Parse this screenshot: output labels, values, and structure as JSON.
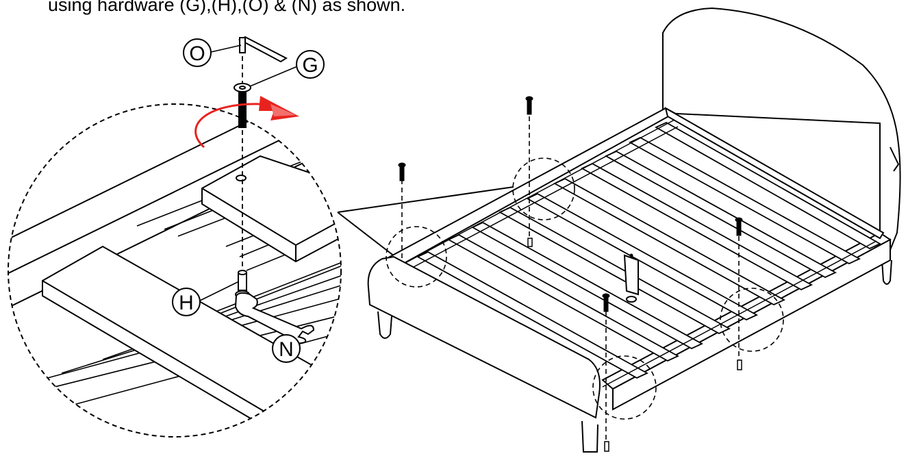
{
  "instruction": {
    "text": "using hardware (G),(H),(O) & (N) as shown."
  },
  "callouts": [
    {
      "id": "O",
      "label": "O"
    },
    {
      "id": "G",
      "label": "G"
    },
    {
      "id": "H",
      "label": "H"
    },
    {
      "id": "N",
      "label": "N"
    }
  ],
  "colors": {
    "line": "#000000",
    "rotation_arrow": "#e8231f",
    "background": "#ffffff"
  },
  "icons": [
    "allen-key-icon",
    "bolt-icon",
    "wrench-icon",
    "rotation-arrow-icon"
  ]
}
